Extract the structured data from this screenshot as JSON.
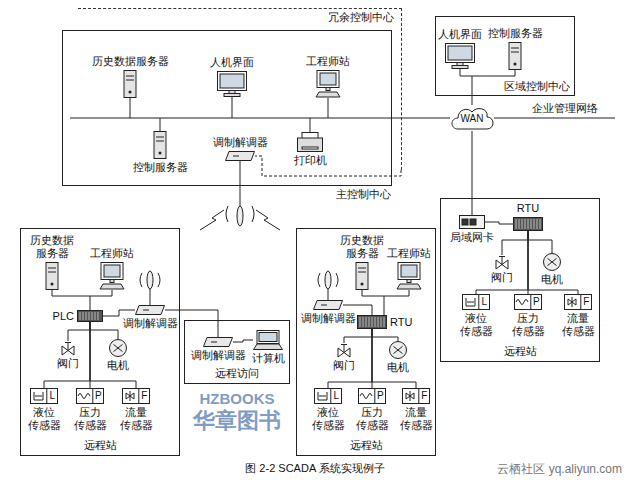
{
  "diagram": {
    "caption": "图 2-2 SCADA 系统实现例子",
    "nodes": [
      {
        "text": [
          "冗余控制中心"
        ]
      },
      {
        "text": [
          "主控制中心"
        ]
      },
      {
        "text": [
          "历史数据服务器"
        ],
        "in": 1
      },
      {
        "text": [
          "人机界面"
        ],
        "in": 1
      },
      {
        "text": [
          "工程师站"
        ],
        "in": 1
      },
      {
        "text": [
          "控制服务器"
        ],
        "in": 1
      },
      {
        "text": [
          "调制解调器"
        ],
        "in": 1
      },
      {
        "text": [
          "打印机"
        ],
        "in": 1
      },
      {
        "text": [
          "区域控制中心"
        ]
      },
      {
        "text": [
          "人机界面"
        ],
        "in": 8
      },
      {
        "text": [
          "控制服务器"
        ],
        "in": 8
      },
      {
        "text": [
          "WAN"
        ]
      },
      {
        "text": [
          "远程站"
        ]
      },
      {
        "text": [
          "历史数据 服务器"
        ],
        "in": 12
      },
      {
        "text": [
          "工程师站"
        ],
        "in": 12
      },
      {
        "text": [
          "PLC"
        ],
        "in": 12
      },
      {
        "text": [
          "调制解调器"
        ],
        "in": 12
      },
      {
        "text": [
          "阀门"
        ],
        "in": 12
      },
      {
        "text": [
          "电机"
        ],
        "in": 12
      },
      {
        "text": [
          "L",
          "液位 传感器"
        ],
        "in": 12
      },
      {
        "text": [
          "P",
          "压力 传感器"
        ],
        "in": 12
      },
      {
        "text": [
          "F",
          "流量 传感器"
        ],
        "in": 12
      },
      {
        "text": [
          "远程访问"
        ]
      },
      {
        "text": [
          "调制解调器"
        ],
        "in": 22
      },
      {
        "text": [
          "计算机"
        ],
        "in": 22
      },
      {
        "text": [
          "远程站"
        ]
      },
      {
        "text": [
          "历史数据 服务器"
        ],
        "in": 25
      },
      {
        "text": [
          "工程师站"
        ],
        "in": 25
      },
      {
        "text": [
          "调制解调器"
        ],
        "in": 25
      },
      {
        "text": [
          "RTU"
        ],
        "in": 25
      },
      {
        "text": [
          "阀门"
        ],
        "in": 25
      },
      {
        "text": [
          "电机"
        ],
        "in": 25
      },
      {
        "text": [
          "L",
          "液位 传感器"
        ],
        "in": 25
      },
      {
        "text": [
          "P",
          "压力 传感器"
        ],
        "in": 25
      },
      {
        "text": [
          "F",
          "流量 传感器"
        ],
        "in": 25
      },
      {
        "text": [
          "远程站"
        ]
      },
      {
        "text": [
          "局域网卡"
        ],
        "in": 35
      },
      {
        "text": [
          "RTU"
        ],
        "in": 35
      },
      {
        "text": [
          "阀门"
        ],
        "in": 35
      },
      {
        "text": [
          "电机"
        ],
        "in": 35
      },
      {
        "text": [
          "L",
          "液位 传感器"
        ],
        "in": 35
      },
      {
        "text": [
          "P",
          "压力 传感器"
        ],
        "in": 35
      },
      {
        "text": [
          "F",
          "流量 传感器"
        ],
        "in": 35
      }
    ],
    "edges": [
      {
        "from": 1,
        "to": 11,
        "arrow": "none"
      },
      {
        "from": 11,
        "to": 8,
        "arrow": "none"
      },
      {
        "from": 11,
        "to": 36,
        "arrow": "none"
      },
      {
        "from": 15,
        "to": 16,
        "arrow": "none"
      },
      {
        "from": 16,
        "to": 23,
        "arrow": "none"
      },
      {
        "from": 23,
        "to": 24,
        "arrow": "none"
      },
      {
        "from": 15,
        "to": 17,
        "arrow": "none"
      },
      {
        "from": 15,
        "to": 18,
        "arrow": "none"
      },
      {
        "from": 15,
        "to": 19,
        "arrow": "none"
      },
      {
        "from": 15,
        "to": 20,
        "arrow": "none"
      },
      {
        "from": 15,
        "to": 21,
        "arrow": "none"
      },
      {
        "from": 28,
        "to": 29,
        "arrow": "none"
      },
      {
        "from": 29,
        "to": 30,
        "arrow": "none"
      },
      {
        "from": 29,
        "to": 31,
        "arrow": "none"
      },
      {
        "from": 29,
        "to": 32,
        "arrow": "none"
      },
      {
        "from": 29,
        "to": 33,
        "arrow": "none"
      },
      {
        "from": 29,
        "to": 34,
        "arrow": "none"
      },
      {
        "from": 36,
        "to": 37,
        "arrow": "none"
      },
      {
        "from": 37,
        "to": 38,
        "arrow": "none"
      },
      {
        "from": 37,
        "to": 39,
        "arrow": "none"
      },
      {
        "from": 37,
        "to": 40,
        "arrow": "none"
      },
      {
        "from": 37,
        "to": 41,
        "arrow": "none"
      },
      {
        "from": 37,
        "to": 42,
        "arrow": "none"
      }
    ],
    "labels": [
      "企业管理网络",
      "HZBOOKS",
      "华章图书",
      "云栖社区 yq.aliyun.com"
    ]
  }
}
